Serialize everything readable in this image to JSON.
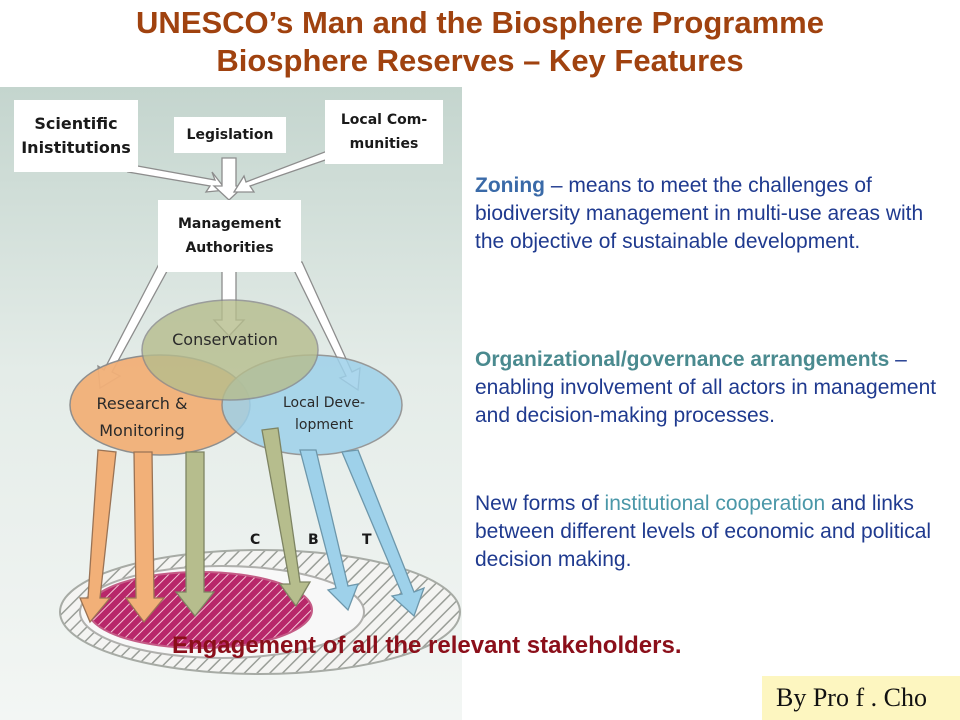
{
  "title": {
    "line1": "UNESCO’s Man and the Biosphere Programme",
    "line2": "Biosphere Reserves – Key Features"
  },
  "diagram": {
    "boxes": {
      "scientific": "Scientific Inistitutions",
      "legislation": "Legislation",
      "local_communities": "Local Com- munities",
      "management": "Management Authorities"
    },
    "circles": {
      "conservation": "Conservation",
      "research": "Research & Monitoring",
      "local_development": "Local Deve- lopment"
    },
    "zone_letters": {
      "c": "C",
      "b": "B",
      "t": "T"
    }
  },
  "features": {
    "zoning_term": "Zoning",
    "zoning_text": " – means to meet the challenges of biodiversity management in multi-use areas with the objective of sustainable development.",
    "governance_term": "Organizational/governance arrangements",
    "governance_text": " – enabling involvement of all actors in management and decision-making processes.",
    "cooperation_prefix": "New forms of ",
    "cooperation_term": "institutional cooperation",
    "cooperation_suffix": " and links between different levels of economic and political decision making."
  },
  "engagement": "Engagement of all the relevant stakeholders.",
  "credit": "By Pro f . Cho",
  "colors": {
    "title": "#a0420f",
    "zoning": "#1f3a8f",
    "governance": "#4a8a8f",
    "engagement": "#8b0f1a",
    "research": "#f2b078",
    "conservation": "#b6bd8d",
    "local_development": "#9ed1ea",
    "core_zone": "#b8276a"
  }
}
